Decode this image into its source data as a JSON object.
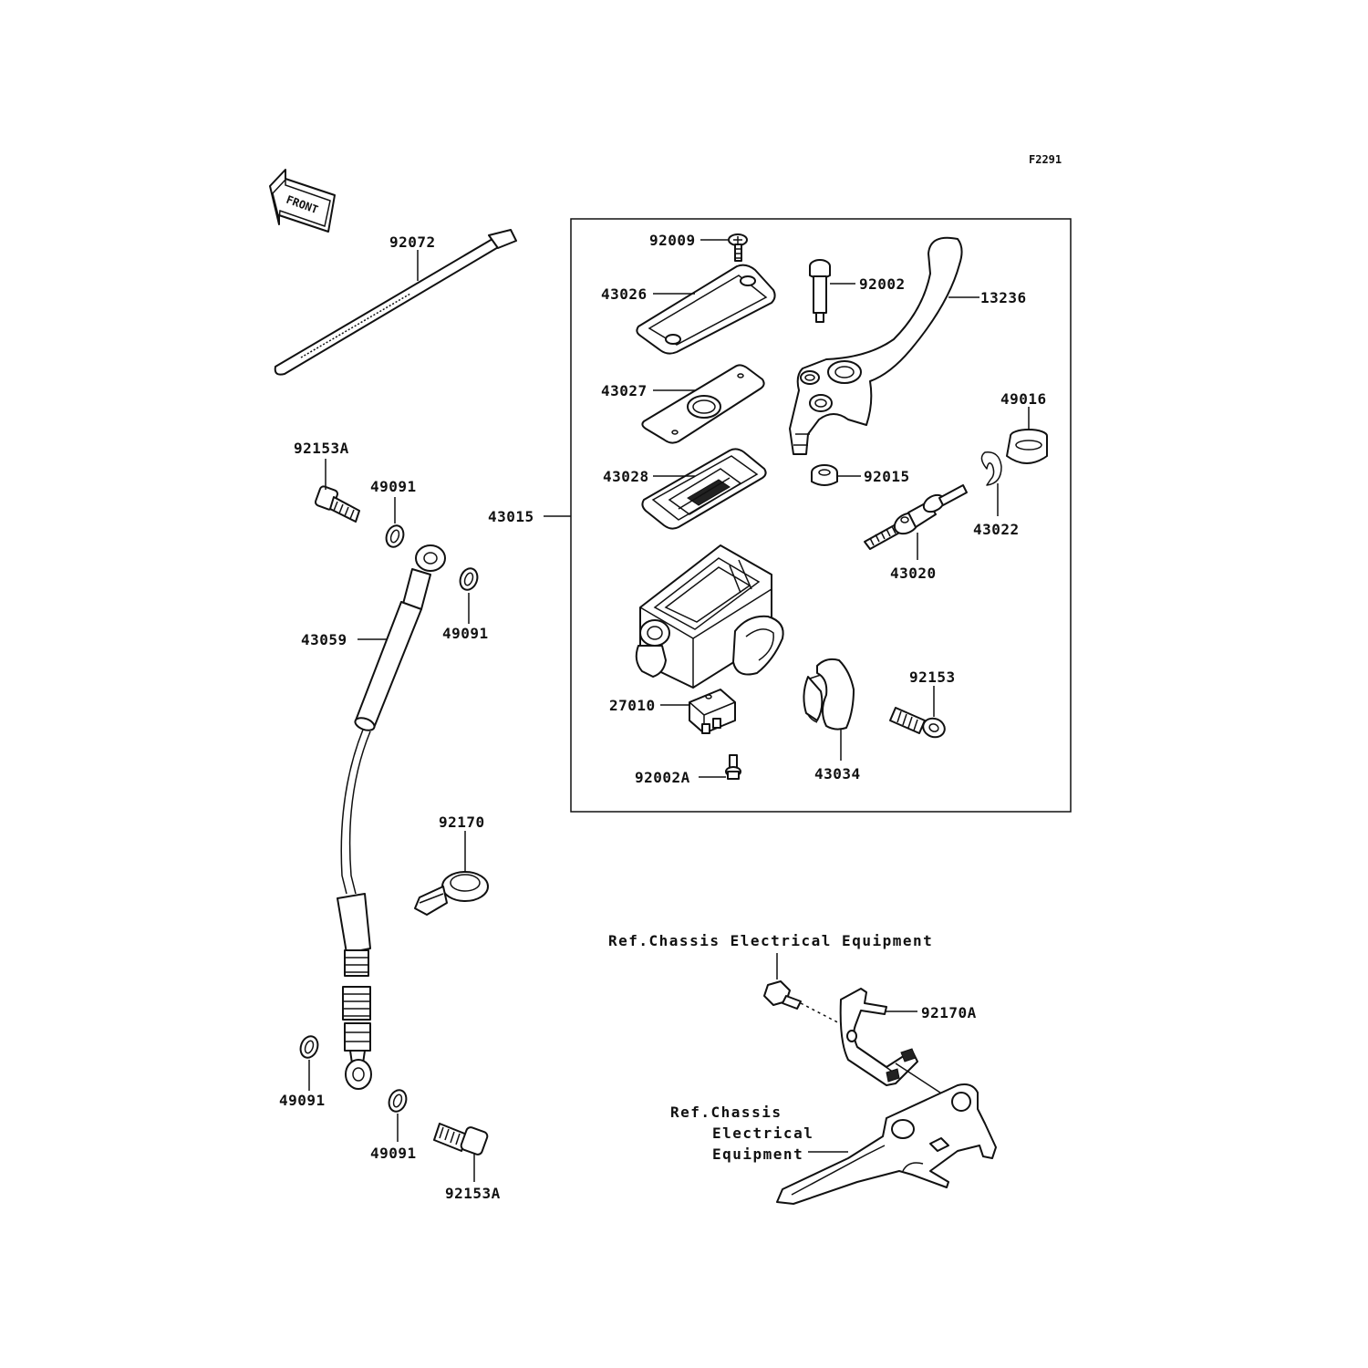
{
  "figure_code": "F2291",
  "front_label": "FRONT",
  "labels": {
    "p92072": "92072",
    "p92153a_top": "92153A",
    "p49091_a": "49091",
    "p49091_b": "49091",
    "p43059": "43059",
    "p43015": "43015",
    "p92009": "92009",
    "p43026": "43026",
    "p43027": "43027",
    "p43028": "43028",
    "p92002": "92002",
    "p13236": "13236",
    "p49016": "49016",
    "p92015": "92015",
    "p43022": "43022",
    "p43020": "43020",
    "p92153": "92153",
    "p27010": "27010",
    "p92002a": "92002A",
    "p43034": "43034",
    "p92170": "92170",
    "p92170a": "92170A",
    "p49091_c": "49091",
    "p49091_d": "49091",
    "p92153a_bottom": "92153A"
  },
  "refs": {
    "ref_top": "Ref.Chassis Electrical Equipment",
    "ref_bottom_1": "Ref.Chassis",
    "ref_bottom_2": "Electrical",
    "ref_bottom_3": "Equipment"
  }
}
